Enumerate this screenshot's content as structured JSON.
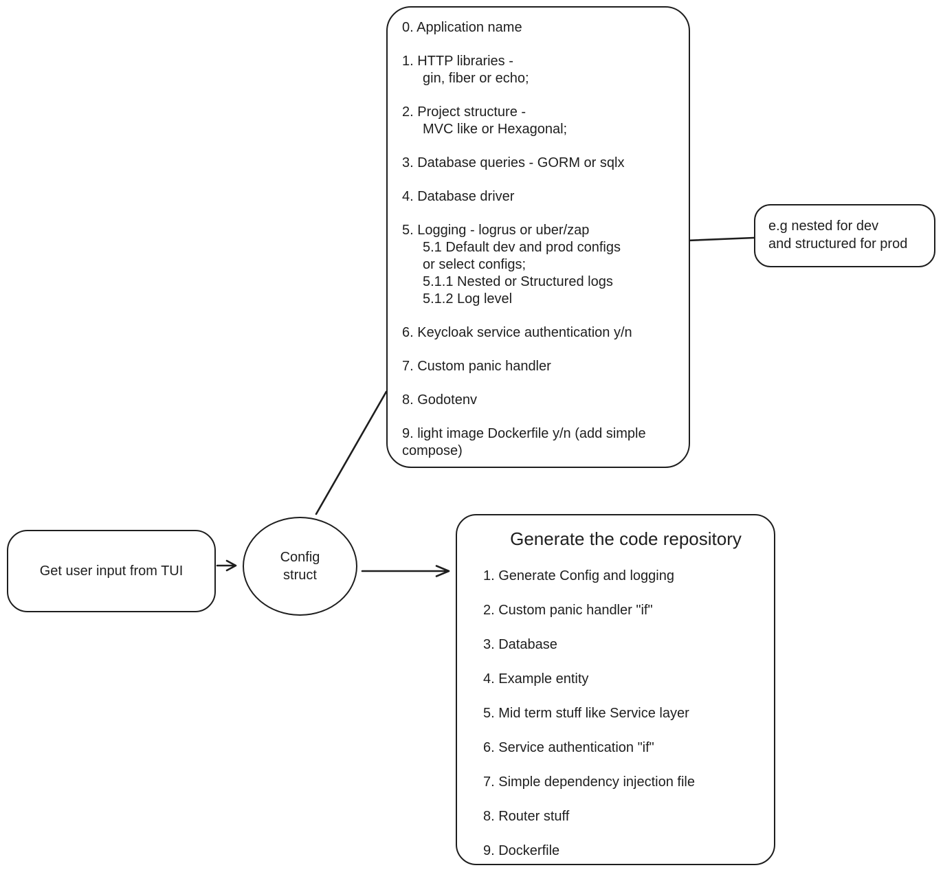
{
  "canvas": {
    "background_color": "#ffffff",
    "stroke_color": "#1e1e1e"
  },
  "nodes": {
    "input_box": {
      "label": "Get user input from TUI"
    },
    "config_circle": {
      "lines": [
        "Config",
        "struct"
      ]
    },
    "spec_box": {
      "items": [
        {
          "lines": [
            "0. Application name"
          ]
        },
        {
          "lines": [
            "1. HTTP libraries -",
            "gin, fiber or echo;"
          ]
        },
        {
          "lines": [
            "2. Project structure -",
            "MVC like or Hexagonal;"
          ]
        },
        {
          "lines": [
            "3. Database queries - GORM or sqlx"
          ]
        },
        {
          "lines": [
            "4. Database driver"
          ]
        },
        {
          "lines": [
            "5. Logging - logrus or uber/zap",
            "5.1 Default dev and prod configs",
            "or select configs;",
            "5.1.1 Nested or Structured logs",
            "5.1.2 Log level"
          ]
        },
        {
          "lines": [
            "6. Keycloak service authentication y/n"
          ]
        },
        {
          "lines": [
            "7. Custom panic handler"
          ]
        },
        {
          "lines": [
            "8. Godotenv"
          ]
        },
        {
          "lines": [
            "9. light image Dockerfile y/n (add simple",
            "compose)"
          ]
        }
      ]
    },
    "note_box": {
      "lines": [
        "e.g nested for dev",
        "and structured for prod"
      ]
    },
    "generate_box": {
      "title": "Generate the code repository",
      "items": [
        "1. Generate Config and logging",
        "2. Custom panic handler \"if\"",
        "3. Database",
        "4. Example entity",
        "5. Mid term stuff like Service layer",
        "6. Service authentication \"if\"",
        "7. Simple dependency injection file",
        "8. Router stuff",
        "9. Dockerfile"
      ]
    }
  }
}
